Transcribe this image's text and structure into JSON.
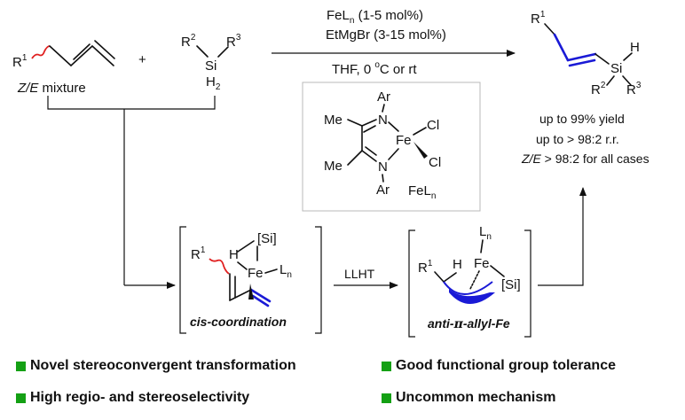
{
  "reactants": {
    "diene_substituent": "R",
    "diene_substituent_sup": "1",
    "diene_label_italic": "Z/E",
    "diene_label_rest": " mixture",
    "plus": "+",
    "silane_r2": "R",
    "silane_r2_sup": "2",
    "silane_r3": "R",
    "silane_r3_sup": "3",
    "silane_si": "Si",
    "silane_h2": "H",
    "silane_h2_sub": "2"
  },
  "conditions": {
    "catalyst_text": "FeL",
    "catalyst_sub": "n",
    "catalyst_loading": " (1-5 mol%)",
    "grignard": "EtMgBr (3-15 mol%)",
    "solvent_prefix": "THF, 0 ",
    "solvent_degree": "o",
    "solvent_suffix": "C  or  rt"
  },
  "catalyst_structure": {
    "ar_top": "Ar",
    "ar_bottom": "Ar",
    "me_top": "Me",
    "me_bottom": "Me",
    "n_top": "N",
    "n_bottom": "N",
    "fe": "Fe",
    "cl_top": "Cl",
    "cl_bottom": "Cl",
    "label": "FeL",
    "label_sub": "n"
  },
  "product": {
    "r1": "R",
    "r1_sup": "1",
    "si": "Si",
    "h": "H",
    "r2": "R",
    "r2_sup": "2",
    "r3": "R",
    "r3_sup": "3",
    "yield": "up to 99% yield",
    "rr": "up to > 98:2 r.r.",
    "ze_italic": "Z/E",
    "ze_rest": " > 98:2 for all cases"
  },
  "intermediate1": {
    "r1": "R",
    "r1_sup": "1",
    "h": "H",
    "si": "[Si]",
    "fe": "Fe",
    "ln": "L",
    "ln_sub": "n",
    "caption": "cis-coordination"
  },
  "step": {
    "label": "LLHT"
  },
  "intermediate2": {
    "ln": "L",
    "ln_sub": "n",
    "fe": "Fe",
    "r1": "R",
    "r1_sup": "1",
    "h": "H",
    "si": "[Si]",
    "caption_prefix": "anti-",
    "caption_pi": "π",
    "caption_suffix": "-allyl-Fe"
  },
  "features": [
    {
      "text": "Novel stereoconvergent transformation"
    },
    {
      "text": "Good functional group tolerance"
    },
    {
      "text": "High regio- and stereoselectivity"
    },
    {
      "text": "Uncommon mechanism"
    }
  ],
  "colors": {
    "blue": "#1a1ad6",
    "red": "#e02020",
    "green": "#14a014",
    "box_border": "#b8b8b8"
  }
}
